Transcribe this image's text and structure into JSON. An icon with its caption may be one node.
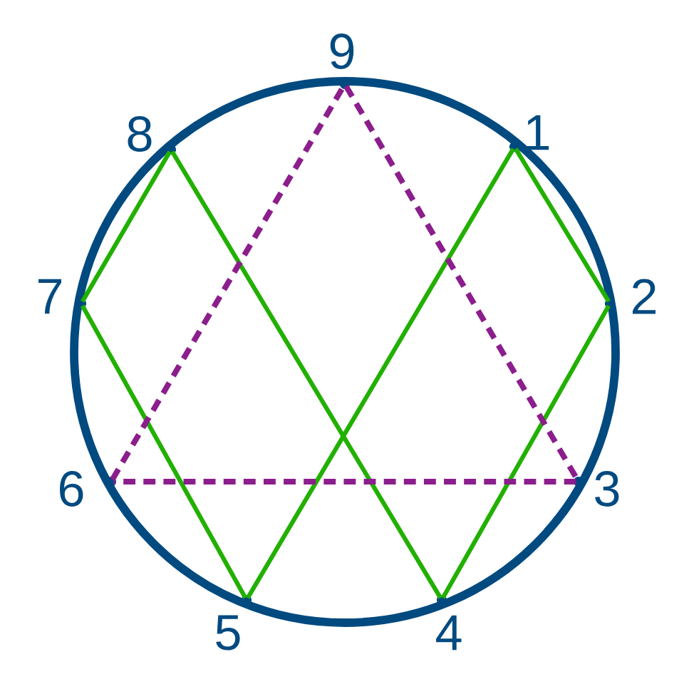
{
  "diagram": {
    "nodes": [
      {
        "text": [],
        "shape": "point",
        "beside": [
          "9"
        ]
      },
      {
        "text": [],
        "shape": "point",
        "beside": [
          "1"
        ]
      },
      {
        "text": [],
        "shape": "point",
        "beside": [
          "2"
        ]
      },
      {
        "text": [],
        "shape": "point",
        "beside": [
          "3"
        ]
      },
      {
        "text": [],
        "shape": "point",
        "beside": [
          "4"
        ]
      },
      {
        "text": [],
        "shape": "point",
        "beside": [
          "5"
        ]
      },
      {
        "text": [],
        "shape": "point",
        "beside": [
          "6"
        ]
      },
      {
        "text": [],
        "shape": "point",
        "beside": [
          "7"
        ]
      },
      {
        "text": [],
        "shape": "point",
        "beside": [
          "8"
        ]
      }
    ],
    "edges": [
      {
        "from": 1,
        "to": 2,
        "arrow": "none"
      },
      {
        "from": 2,
        "to": 4,
        "arrow": "none"
      },
      {
        "from": 4,
        "to": 8,
        "arrow": "none"
      },
      {
        "from": 8,
        "to": 7,
        "arrow": "none"
      },
      {
        "from": 7,
        "to": 5,
        "arrow": "none"
      },
      {
        "from": 5,
        "to": 1,
        "arrow": "none"
      },
      {
        "from": 0,
        "to": 3,
        "arrow": "none",
        "style": "dashed",
        "color": "#8b1e8c"
      },
      {
        "from": 3,
        "to": 6,
        "arrow": "none",
        "style": "dashed",
        "color": "#8b1e8c"
      },
      {
        "from": 6,
        "to": 0,
        "arrow": "none",
        "style": "dashed",
        "color": "#8b1e8c"
      }
    ]
  }
}
